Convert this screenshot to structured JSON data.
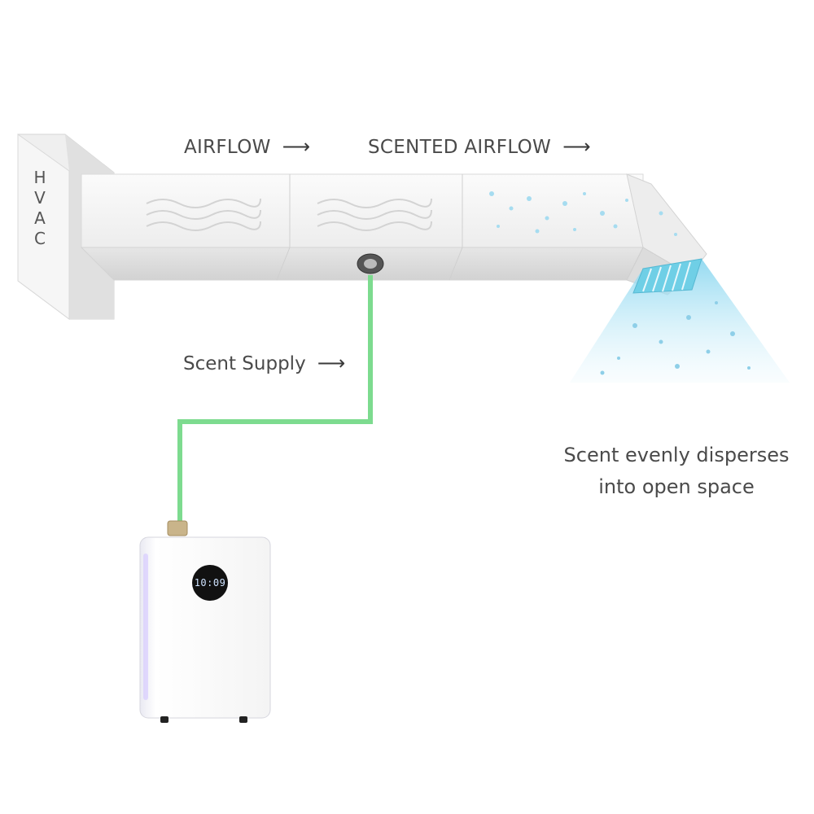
{
  "labels": {
    "airflow": "AIRFLOW",
    "scented_airflow": "SCENTED AIRFLOW",
    "scent_supply": "Scent Supply",
    "hvac": "HVAC",
    "disperse_line1": "Scent evenly disperses",
    "disperse_line2": "into open space",
    "display_time": "10:09",
    "arrow": "⟶"
  },
  "colors": {
    "tube": "#7ddb8f",
    "mist": "#9fdcf0",
    "vent": "#6fcfe6",
    "duct_light": "#f2f2f2",
    "duct_shadow": "#d8d8d8"
  }
}
